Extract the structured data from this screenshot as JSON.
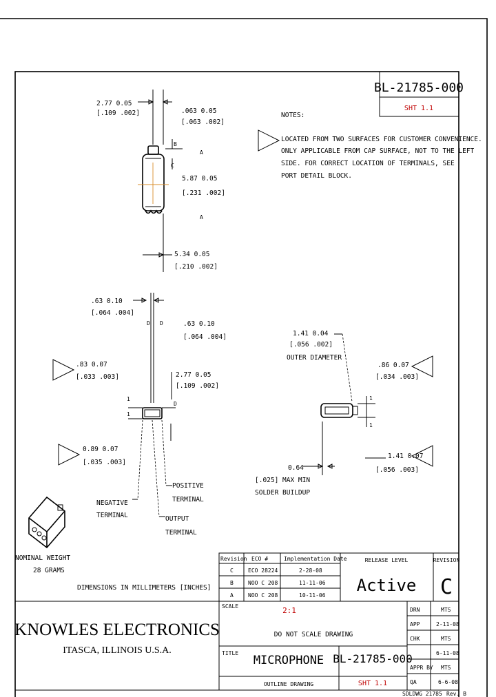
{
  "title_block": {
    "drawing_number": "BL-21785-000",
    "sheet": "SHT 1.1",
    "company": "KNOWLES ELECTRONICS",
    "location": "ITASCA, ILLINOIS U.S.A.",
    "scale_label": "SCALE",
    "scale": "2:1",
    "do_not_scale": "DO NOT SCALE DRAWING",
    "title_label": "TITLE",
    "part_title": "MICROPHONE",
    "drawing_type": "OUTLINE DRAWING",
    "drawing_number_2": "BL-21785-000",
    "sheet_2": "SHT 1.1",
    "release_level_label": "RELEASE LEVEL",
    "release_level": "Active",
    "revision_label": "REVISION",
    "revision": "C",
    "dimensions_note": "DIMENSIONS IN MILLIMETERS [INCHES]",
    "nominal_weight": [
      "NOMINAL WEIGHT",
      "28 GRAMS"
    ],
    "footer_code": "SDLDWG 21785",
    "footer_rev": "Rev. B"
  },
  "revision_table": {
    "headers": [
      "Revision",
      "ECO #",
      "Implementation Date"
    ],
    "rows": [
      [
        "C",
        "ECO 28224",
        "2-28-08"
      ],
      [
        "B",
        "NOO C 208",
        "11-11-06"
      ],
      [
        "A",
        "NOO C 208",
        "10-11-06"
      ]
    ]
  },
  "approvals": {
    "rows": [
      {
        "label": "DRN",
        "name": "MTS",
        "date": ""
      },
      {
        "label": "APP",
        "name": "",
        "date": "2-11-08"
      },
      {
        "label": "CHK",
        "name": "MTS",
        "date": ""
      },
      {
        "label": "",
        "name": "",
        "date": "6-11-08"
      },
      {
        "label": "APPR BY",
        "name": "MTS",
        "date": ""
      },
      {
        "label": "QA",
        "name": "",
        "date": "6-6-08"
      }
    ]
  },
  "notes": {
    "heading": "NOTES:",
    "note1": [
      "LOCATED FROM TWO SURFACES FOR CUSTOMER CONVENIENCE.",
      "ONLY APPLICABLE FROM CAP SURFACE, NOT TO THE LEFT",
      "SIDE. FOR CORRECT LOCATION OF TERMINALS, SEE",
      "PORT DETAIL BLOCK."
    ]
  },
  "dimensions": {
    "top_width": [
      "2.77 0.05",
      "[.109 .002]"
    ],
    "top_right": [
      ".063 0.05",
      "[.063 .002]"
    ],
    "height": [
      "5.87 0.05",
      "[.231 .002]"
    ],
    "bottom_width": [
      "5.34 0.05",
      "[.210 .002]"
    ],
    "side_top": [
      ".63 0.10",
      "[.064 .004]"
    ],
    "side_top_right": [
      ".63 0.10",
      "[.064 .004]"
    ],
    "side_flag": [
      ".83 0.07",
      "[.033 .003]"
    ],
    "side_offset": [
      "2.77 0.05",
      "[.109 .002]"
    ],
    "side_flag_low": [
      "0.89 0.07",
      "[.035 .003]"
    ],
    "pos_terminal": [
      "POSITIVE",
      "TERMINAL"
    ],
    "neg_terminal": [
      "NEGATIVE",
      "TERMINAL"
    ],
    "output_terminal": [
      "OUTPUT",
      "TERMINAL"
    ],
    "diameter": [
      "1.41 0.04",
      "[.056 .002]",
      "OUTER DIAMETER"
    ],
    "right_flag": [
      ".86 0.07",
      "[.034 .003]"
    ],
    "right_flag_low": [
      "1.41 0.07",
      "[.056 .003]"
    ],
    "solder": [
      "0.64",
      "[.025] MAX MIN",
      "SOLDER BUILDUP"
    ]
  }
}
